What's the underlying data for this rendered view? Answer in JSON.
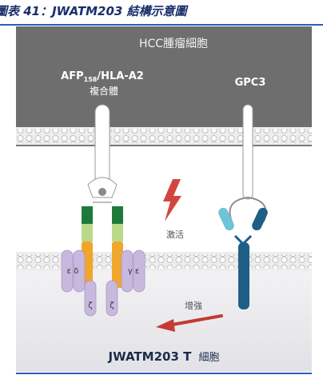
{
  "header": {
    "title": "圖表 41：JWATM203 結構示意圖"
  },
  "diagram": {
    "hcc_cell_label": "HCC腫瘤細胞",
    "complex_label_prefix": "AFP",
    "complex_label_sub": "158",
    "complex_label_suffix": "/HLA-A2",
    "complex_label_line2": "複合體",
    "gpc3_label": "GPC3",
    "activation_label": "激活",
    "enhance_label": "增強",
    "t_cell_label_bold": "JWATM203 T",
    "t_cell_label_rest": "細胞",
    "cd3_left": "ε δ",
    "cd3_right": "γ ε",
    "zeta_left": "ζ",
    "zeta_right": "ζ"
  },
  "colors": {
    "hcc_bg": "#6e6e6e",
    "t_cell_bg": "#e7e7ea",
    "lightning": "#d2463f",
    "arrow": "#c43a34",
    "orange": "#f0a62a",
    "dark_green": "#1e7a3a",
    "light_green": "#b9d98a",
    "purple": "#c9b8de",
    "gpc3_light": "#6fc3d6",
    "gpc3_dark": "#1f5f86"
  }
}
